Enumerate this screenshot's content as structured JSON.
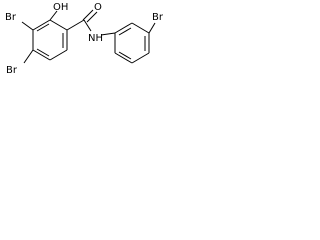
{
  "molecule": {
    "atoms": {
      "br_top_left": "Br",
      "hydroxyl": "OH",
      "carbonyl_o": "O",
      "amide_nh": "NH",
      "br_para": "Br",
      "br_bottom_left": "Br"
    }
  }
}
